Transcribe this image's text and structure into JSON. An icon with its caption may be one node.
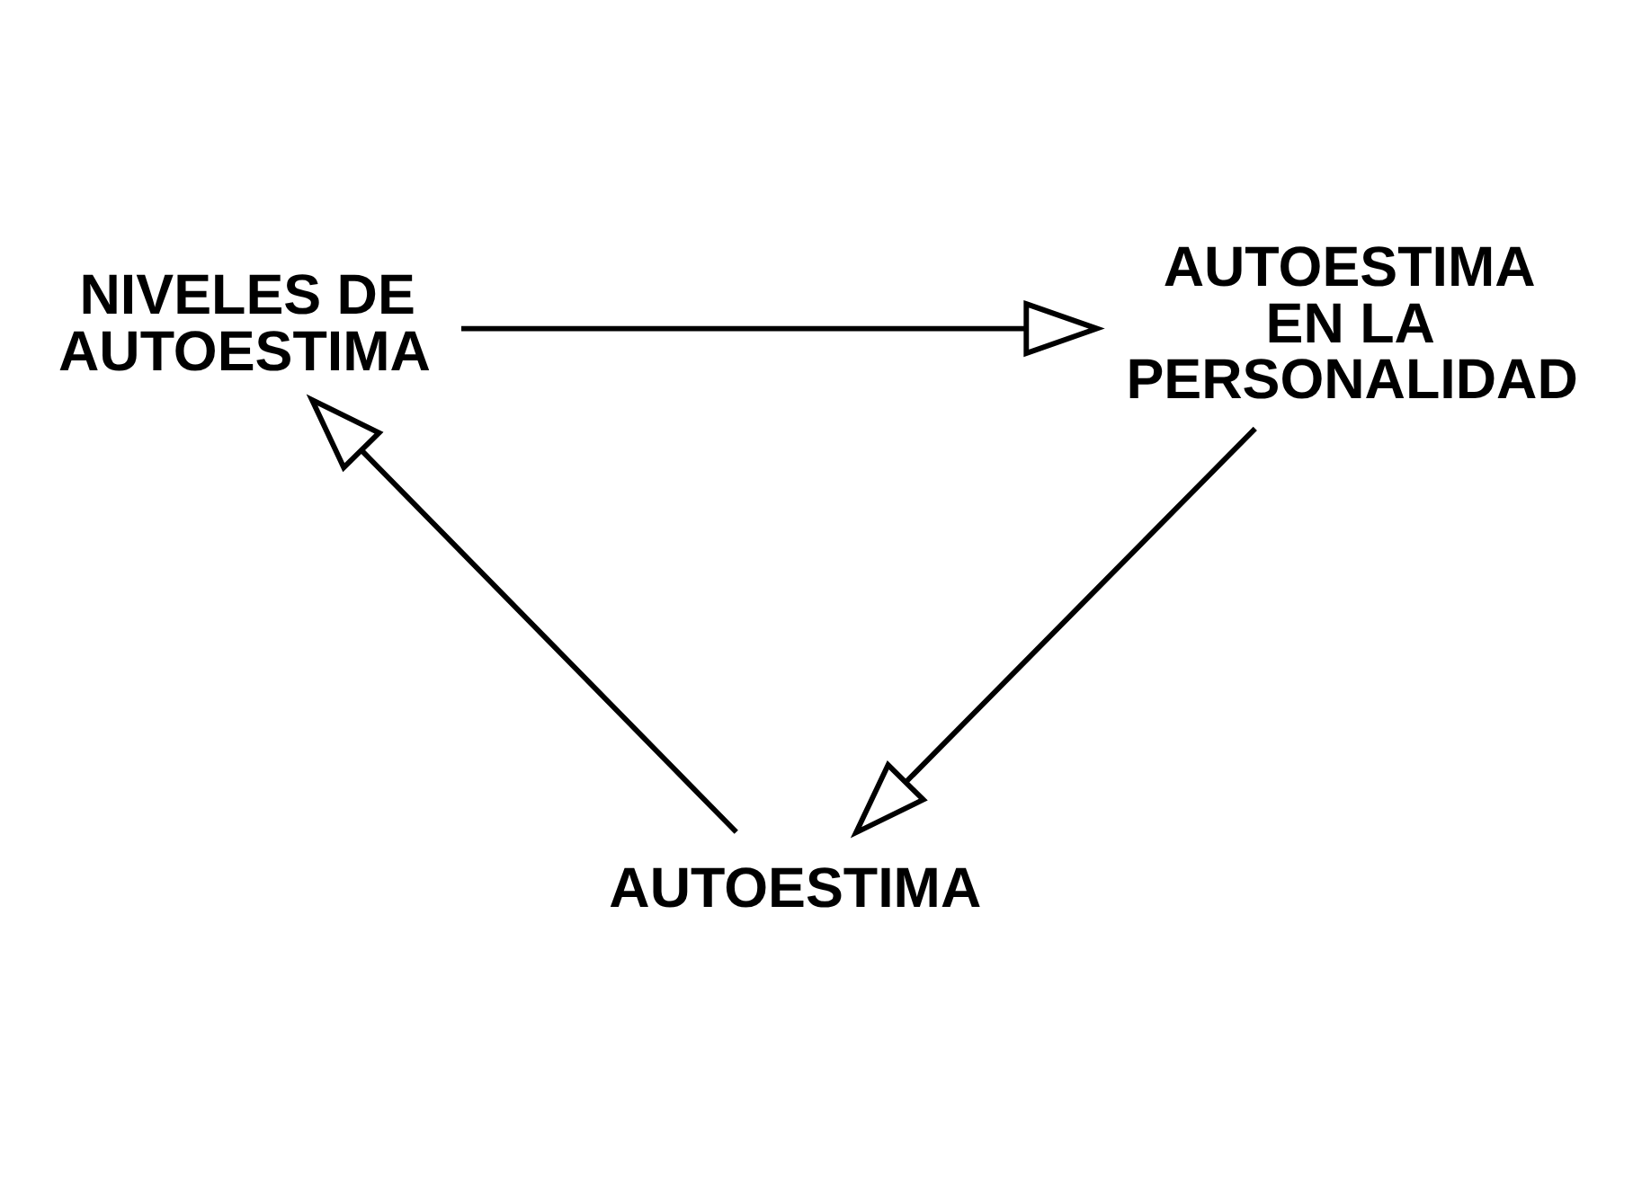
{
  "diagram": {
    "nodes": [
      {
        "text": [
          "NIVELES DE AUTOESTIMA"
        ]
      },
      {
        "text": [
          "AUTOESTIMA EN LA PERSONALIDAD"
        ]
      },
      {
        "text": [
          "AUTOESTIMA"
        ]
      }
    ],
    "edges": [
      {
        "from": 0,
        "to": 1,
        "arrow": "to"
      },
      {
        "from": 1,
        "to": 2,
        "arrow": "to"
      },
      {
        "from": 2,
        "to": 0,
        "arrow": "to"
      }
    ]
  }
}
